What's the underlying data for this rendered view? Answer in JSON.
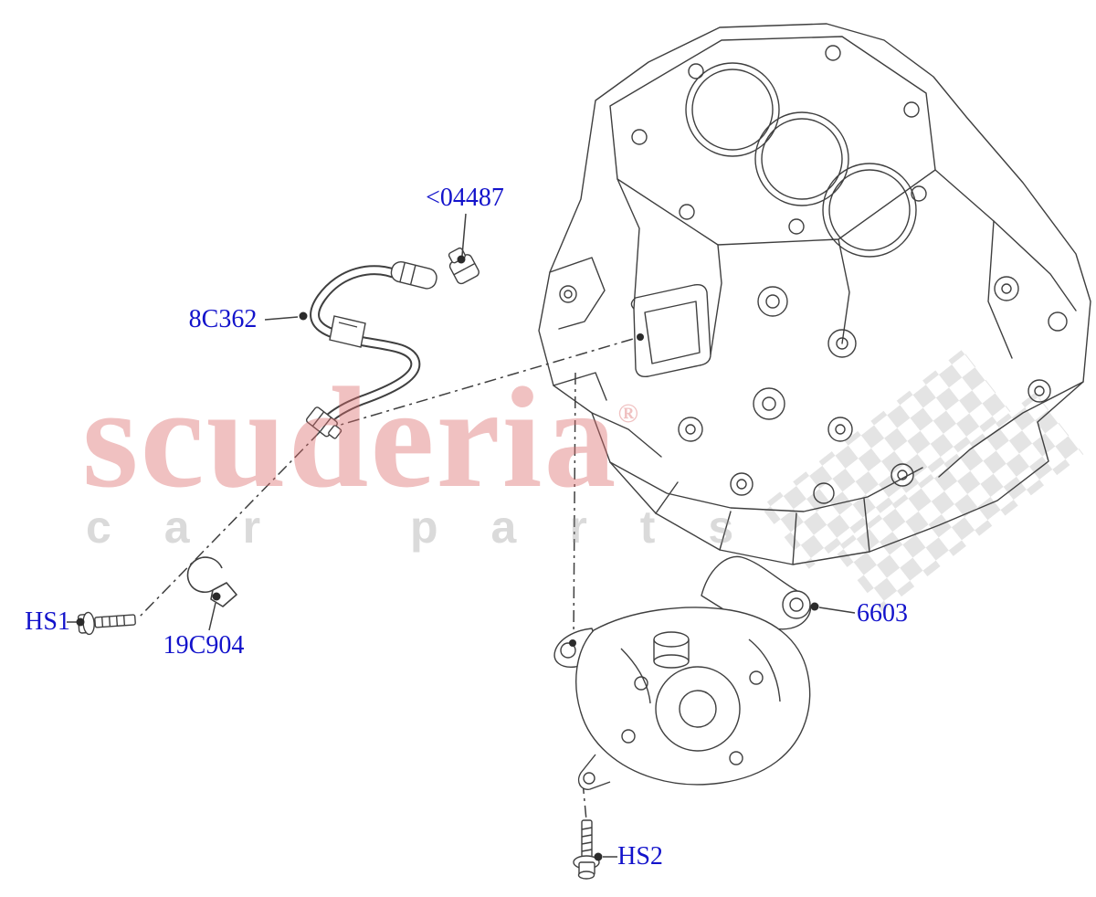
{
  "page": {
    "background_color": "#ffffff",
    "description": "Exploded parts diagram: engine block, vacuum pipe, clip, bolts and oil pump"
  },
  "watermark": {
    "line1": "scuderia",
    "reg": "®",
    "line2": "car parts",
    "main_color": "#f1c3c3",
    "sub_color": "#d9d9d9"
  },
  "diagram": {
    "label_color": "#1313cb",
    "line_color": "#3f3f3f",
    "labels": [
      {
        "id": "valve-04487",
        "text": "<04487"
      },
      {
        "id": "pipe-8C362",
        "text": "8C362"
      },
      {
        "id": "bolt-HS1",
        "text": "HS1"
      },
      {
        "id": "clip-19C904",
        "text": "19C904"
      },
      {
        "id": "pump-6603",
        "text": "6603"
      },
      {
        "id": "bolt-HS2",
        "text": "HS2"
      }
    ]
  }
}
